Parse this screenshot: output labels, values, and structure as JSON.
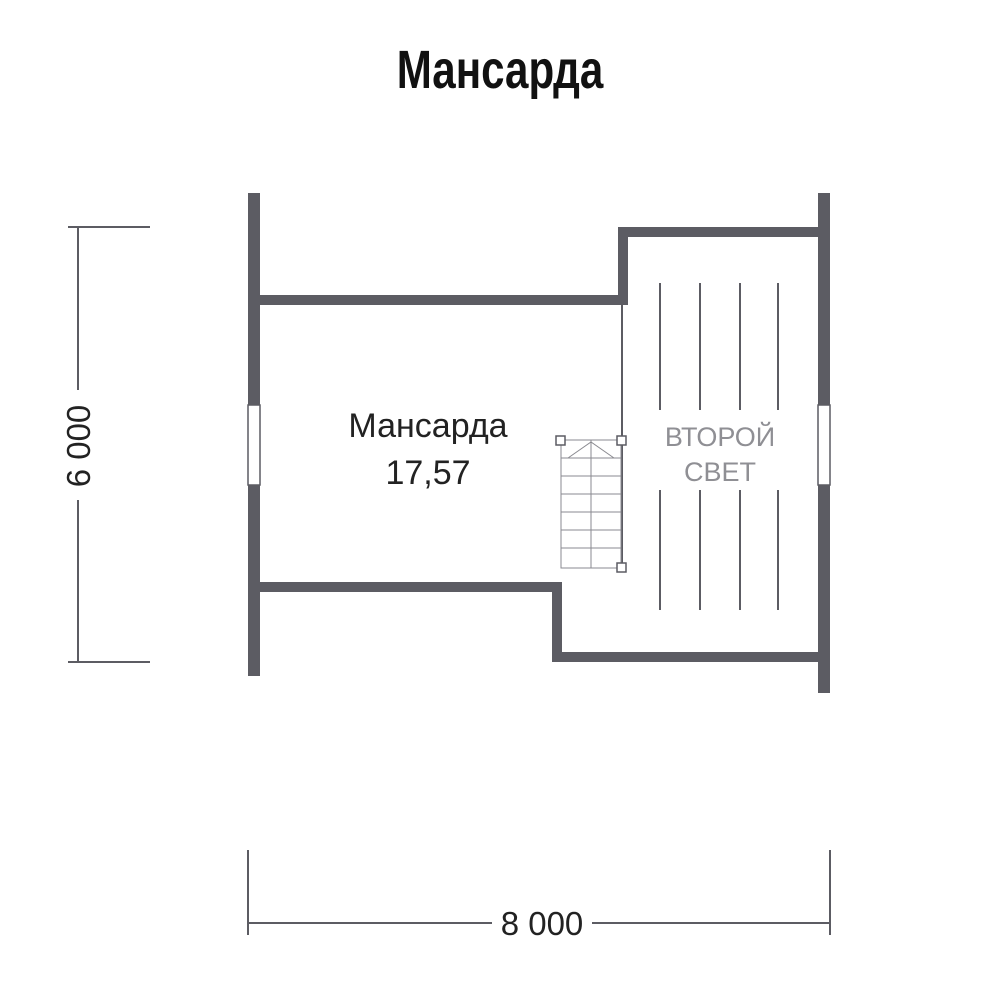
{
  "title": "Мансарда",
  "room": {
    "name": "Мансарда",
    "area": "17,57"
  },
  "second_light": {
    "line1": "ВТОРОЙ",
    "line2": "СВЕТ"
  },
  "dimensions": {
    "height": "6 000",
    "width": "8 000"
  },
  "colors": {
    "wall": "#5c5c63",
    "text": "#222222",
    "label_light": "#8f8f94"
  }
}
